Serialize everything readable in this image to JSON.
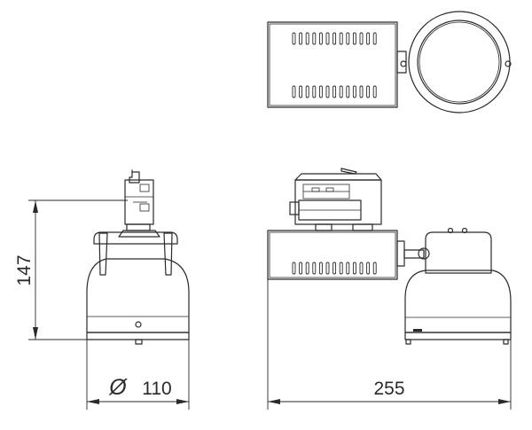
{
  "dimensions": {
    "height_label": "147",
    "diameter_symbol": "Ø",
    "diameter_label": "110",
    "length_label": "255"
  }
}
